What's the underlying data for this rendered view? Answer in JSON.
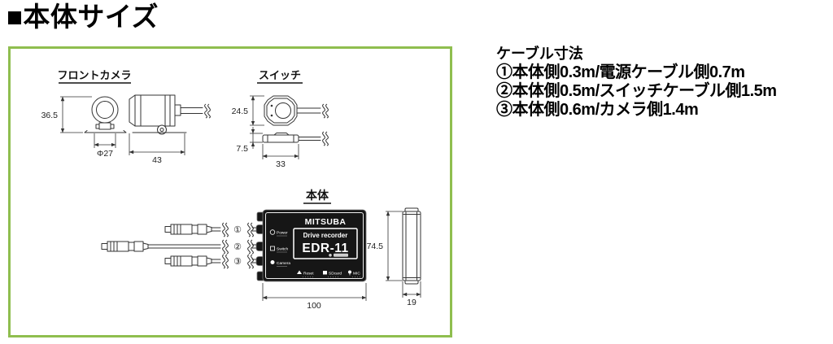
{
  "title": "■本体サイズ",
  "cable_note": {
    "heading": "ケーブル寸法",
    "line1": "①本体側0.3m/電源ケーブル側0.7m",
    "line2": "②本体側0.5m/スイッチケーブル側1.5m",
    "line3": "③本体側0.6m/カメラ側1.4m"
  },
  "front_camera": {
    "label": "フロントカメラ",
    "height_mm": "36.5",
    "diameter_mm": "Φ27",
    "length_mm": "43"
  },
  "switch": {
    "label": "スイッチ",
    "height_mm": "24.5",
    "thickness_mm": "7.5",
    "width_mm": "33"
  },
  "main_unit": {
    "label": "本体",
    "brand": "MITSUBA",
    "product_line": "Drive recorder",
    "model": "EDR-11",
    "width_mm": "100",
    "height_mm": "74.5",
    "depth_mm": "19",
    "connector1": "Power",
    "connector2": "Switch",
    "connector3": "Camera",
    "bottom1": "Reset",
    "bottom2": "SDcard",
    "bottom3": "MIC",
    "num1": "①",
    "num2": "②",
    "num3": "③"
  },
  "colors": {
    "frame_green": "#8fbe4f",
    "unit_black": "#161616"
  }
}
